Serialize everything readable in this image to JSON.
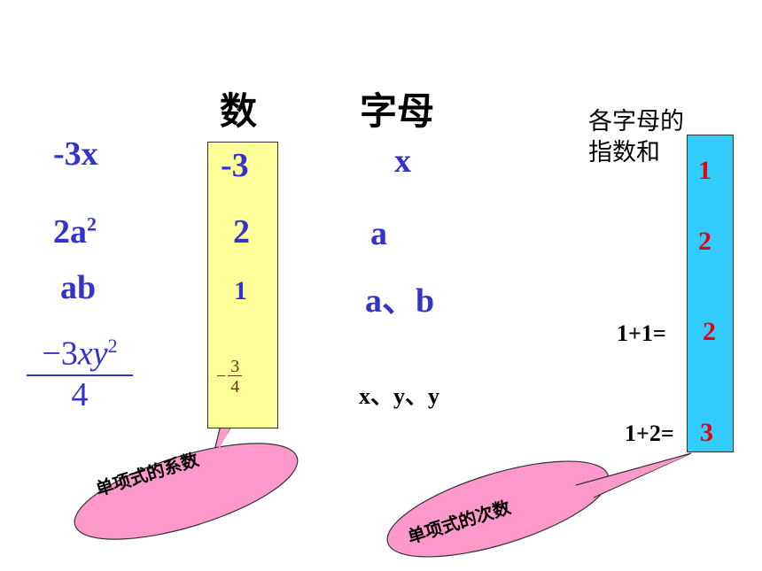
{
  "headers": {
    "coefficient": "数",
    "letters": "字母",
    "exponent_sum_line1": "各字母的",
    "exponent_sum_line2": "指数和"
  },
  "terms": {
    "t1": "-3x",
    "t2_base": "2a",
    "t2_exp": "2",
    "t3": "ab",
    "t4_num_coef": "−3",
    "t4_num_vars": "xy",
    "t4_num_exp": "2",
    "t4_den": "4"
  },
  "coefficients": {
    "c1": "-3",
    "c2": "2",
    "c3": "1",
    "c4_sign": "−",
    "c4_num": "3",
    "c4_den": "4"
  },
  "letters": {
    "l1": "x",
    "l2": "a",
    "l3": "a、b",
    "l4": "x、y、y"
  },
  "exponents": {
    "e1": "1",
    "e2": "2",
    "e3_prefix": "1+1=",
    "e3": "2",
    "e4_prefix": "1+2=",
    "e4": "3"
  },
  "callouts": {
    "coefficient_callout": "单项式的系数",
    "degree_callout": "单项式的次数"
  },
  "colors": {
    "term_blue": "#3333cc",
    "exponent_red": "#e60012",
    "coef_box": "#ffff99",
    "degree_box": "#33ccff",
    "callout_pink": "#ff99cc"
  }
}
